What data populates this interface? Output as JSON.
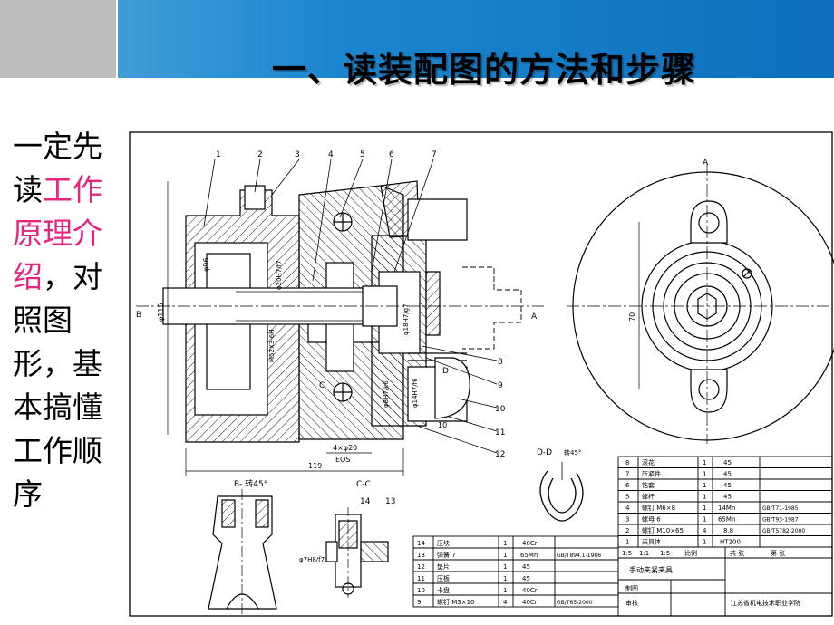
{
  "slide": {
    "title": "一、读装配图的方法和步骤",
    "side_text": {
      "part1": "一定先读",
      "highlight": "工作原理介绍",
      "part2": "，对照图形，基本搞懂工作顺序"
    }
  },
  "drawing": {
    "balloons": [
      "1",
      "2",
      "3",
      "4",
      "5",
      "6",
      "7",
      "8",
      "9",
      "10",
      "11",
      "12",
      "13",
      "14"
    ],
    "section_labels": {
      "a_left": "A",
      "a_top": "A",
      "b": "B",
      "c": "C",
      "d": "D",
      "dd": "D-D",
      "dd_note": "转45°",
      "bb": "B- 转45°",
      "cc": "C-C"
    },
    "dimensions": {
      "d96": "φ96",
      "d115": "φ115",
      "d20h": "φ20H7/f7",
      "m52": "M52X3-6H",
      "d18": "φ18H7/g7",
      "d8": "φ8H7/k6",
      "d14": "φ14H7/f6",
      "d4x20": "4×φ20",
      "eqs": "EQS",
      "w119": "119",
      "d10": "10",
      "d70": "70",
      "d7": "φ7H8/f7"
    },
    "bom_upper": [
      {
        "no": "8",
        "name": "滚花",
        "qty": "1",
        "mat": "45",
        "std": ""
      },
      {
        "no": "7",
        "name": "压紧件",
        "qty": "1",
        "mat": "45",
        "std": ""
      },
      {
        "no": "6",
        "name": "钻套",
        "qty": "1",
        "mat": "45",
        "std": ""
      },
      {
        "no": "5",
        "name": "螺杆",
        "qty": "1",
        "mat": "45",
        "std": ""
      },
      {
        "no": "4",
        "name": "螺钉 M6×8",
        "qty": "1",
        "mat": "14Mn",
        "std": "GB/T71-1985"
      },
      {
        "no": "3",
        "name": "螺母 6",
        "qty": "1",
        "mat": "65Mn",
        "std": "GB/T93-1987"
      },
      {
        "no": "2",
        "name": "螺钉 M10×65",
        "qty": "4",
        "mat": "8.8",
        "std": "GB/T5782-2000"
      },
      {
        "no": "1",
        "name": "夹具体",
        "qty": "1",
        "mat": "HT200",
        "std": ""
      }
    ],
    "bom_lower": [
      {
        "no": "14",
        "name": "压块",
        "qty": "1",
        "mat": "40Cr",
        "std": ""
      },
      {
        "no": "13",
        "name": "弹簧 7",
        "qty": "1",
        "mat": "65Mn",
        "std": "GB/T894.1-1986"
      },
      {
        "no": "12",
        "name": "垫片",
        "qty": "1",
        "mat": "45",
        "std": ""
      },
      {
        "no": "11",
        "name": "压板",
        "qty": "1",
        "mat": "45",
        "std": ""
      },
      {
        "no": "10",
        "name": "卡盘",
        "qty": "1",
        "mat": "40Cr",
        "std": ""
      },
      {
        "no": "9",
        "name": "螺钉 M3×10",
        "qty": "4",
        "mat": "40Cr",
        "std": "GB/T65-2000"
      }
    ],
    "title_block": {
      "scale_row": [
        "1:5",
        "1:1",
        "1:5",
        "比例",
        "共 张",
        "第 张"
      ],
      "name": "手动夹紧夹具",
      "drawer": "制图",
      "checker": "审核",
      "company": "江苏省机电技术职业学院"
    }
  }
}
